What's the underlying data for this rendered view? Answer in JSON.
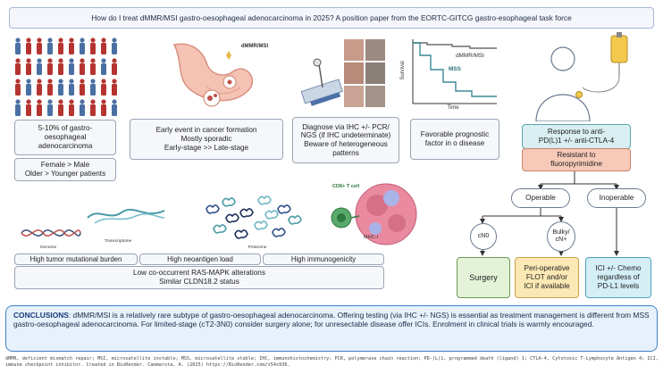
{
  "title": "How do I treat dMMR/MSI gastro-oesophageal adenocarcinoma in 2025? A position paper from the EORTC-GITCG gastro-esophageal task force",
  "colors": {
    "figure_red": "#b5342f",
    "figure_blue": "#4a6fa3",
    "conclusion_border": "#3f7fc4",
    "surgery_green": "#e4f2d8",
    "resistant_salmon": "#f6c9b8",
    "periop_gold": "#fbe8b4",
    "ici_cyan": "#d4eef6"
  },
  "icons": {
    "population": "person-figures-icon",
    "stomach": "stomach-illustration-icon",
    "microscope": "ihc-slides-icon",
    "survival": "survival-curve-icon",
    "patient": "patient-infusion-icon",
    "genome": "dna-helix-icon",
    "transcriptome": "rna-strand-icon",
    "proteome": "protein-cluster-icon",
    "tcell": "t-cell-tumor-icon"
  },
  "stomach_label": "dMMR/MSI",
  "panels": {
    "prevalence": [
      "5-10% of gastro-",
      "oesophageal",
      "adenocarcinoma"
    ],
    "sex_age": [
      "Female > Male",
      "Older > Younger patients"
    ],
    "early_event": [
      "Early event in cancer formation",
      "Mostly sporadic",
      "Early-stage >> Late-stage"
    ],
    "diagnose": [
      "Diagnose via IHC +/- PCR/",
      "NGS (if IHC undeterminate)",
      "Beware of heterogeneous",
      "patterns"
    ],
    "prognostic": [
      "Favorable prognostic",
      "factor in o disease"
    ]
  },
  "survival_chart": {
    "ylabel": "Survival",
    "xlabel": "Time",
    "series": [
      {
        "name": "dMMR/MSI"
      },
      {
        "name": "MSS"
      }
    ]
  },
  "omics": {
    "genome": "Genome",
    "transcriptome": "Transcriptome",
    "proteome": "Proteome",
    "cd8": "CD8+ T cell",
    "mhc": "MHC-I"
  },
  "biology": {
    "mutational": "High tumor mutational burden",
    "neoantigen": "High neoantigen load",
    "immunogenicity": "High immunogenicity",
    "ras": "Low co-occurrent RAS-MAPK alterations",
    "cldn": "Similar CLDN18.2 status"
  },
  "treatment": {
    "response": [
      "Response to anti-",
      "PD(L)1 +/- anti-CTLA-4"
    ],
    "resistant": [
      "Resistant to",
      "fluoropyrimidine"
    ],
    "operable": "Operable",
    "inoperable": "Inoperable",
    "cn0": "cN0",
    "bulky": [
      "Bulky/",
      "cN+"
    ],
    "surgery": "Surgery",
    "periop": [
      "Peri-operative",
      "FLOT and/or",
      "ICI if available"
    ],
    "ici_chemo": [
      "ICI +/- Chemo",
      "regardless of",
      "PD-L1 levels"
    ]
  },
  "conclusions": {
    "label": "CONCLUSIONS",
    "text": ": dMMR/MSI is a relatively rare subtype of gastro-oesophageal adenocarcinoma. Offering testing (via IHC +/- NGS) is essential as treatment management is different from MSS gastro-oesophageal adenocarcinoma. For limited-stage (cT2-3N0) consider surgery alone; for unresectable disease offer ICIs. Enrolment in clinical trials is warmly encouraged."
  },
  "footnote": "dMMR, deficient mismatch repair; MSI, microsatellite instable; MSS, microsatellite stable; IHC, immunohistochemistry; PCR, polymerase chain reaction; PD-(L)1, programmed death (ligand) 1; CTLA-4, Cytotoxic T-Lymphocyte Antigen 4; ICI, immune checkpoint inhibitor. Created in BioRender. Cammarota, A. (2025) https://BioRender.com/x54s936."
}
